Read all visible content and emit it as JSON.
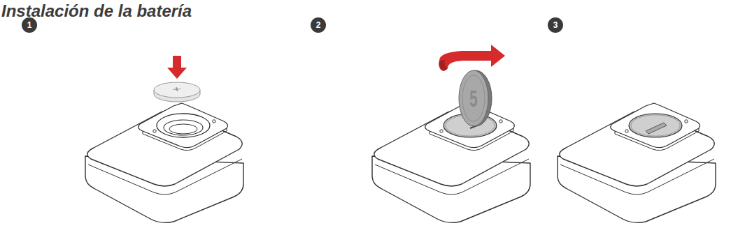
{
  "diagram": {
    "title": "Instalación de la batería",
    "labels": [
      "1",
      "2",
      "3",
      "+",
      "5"
    ]
  }
}
